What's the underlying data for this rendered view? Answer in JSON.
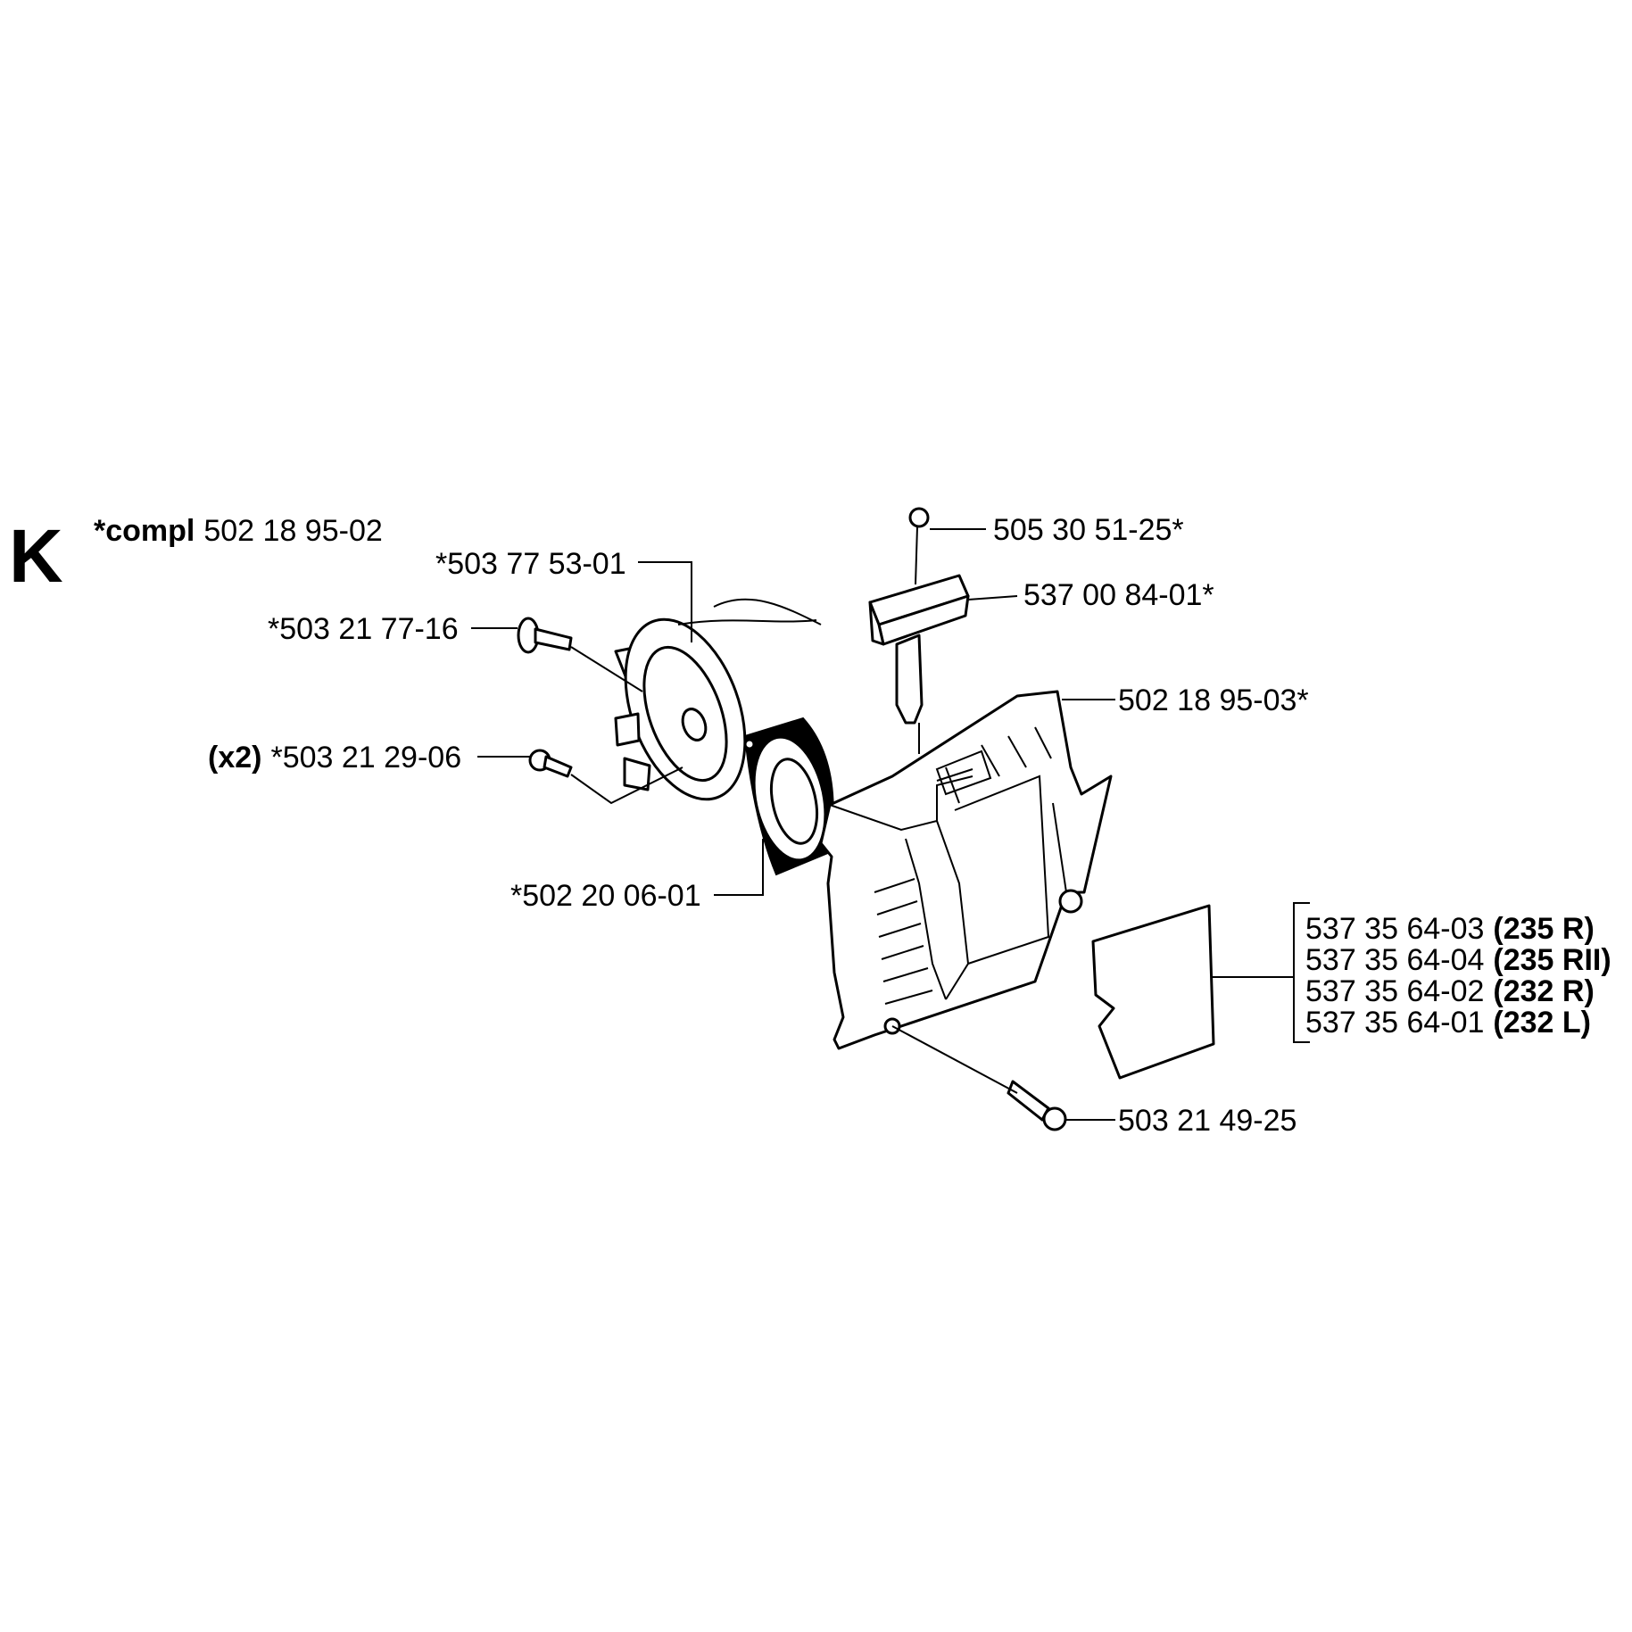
{
  "section_letter": "K",
  "assembly": {
    "prefix": "*compl",
    "number": "502 18 95-02"
  },
  "parts": {
    "pulley": "*503 77 53-01",
    "pulley_screw": "*503 21 77-16",
    "housing_screws": {
      "qty": "(x2)",
      "number": "*503 21 29-06"
    },
    "spring_cassette": "*502 20 06-01",
    "rope_lock": "505 30 51-25*",
    "handle": "537 00 84-01*",
    "starter_cover": "502 18 95-03*",
    "cover_screw": "503 21 49-25"
  },
  "decals": [
    {
      "number": "537 35 64-03",
      "model": "(235 R)"
    },
    {
      "number": "537 35 64-04",
      "model": "(235 RII)"
    },
    {
      "number": "537 35 64-02",
      "model": "(232 R)"
    },
    {
      "number": "537 35 64-01",
      "model": "(232 L)"
    }
  ]
}
